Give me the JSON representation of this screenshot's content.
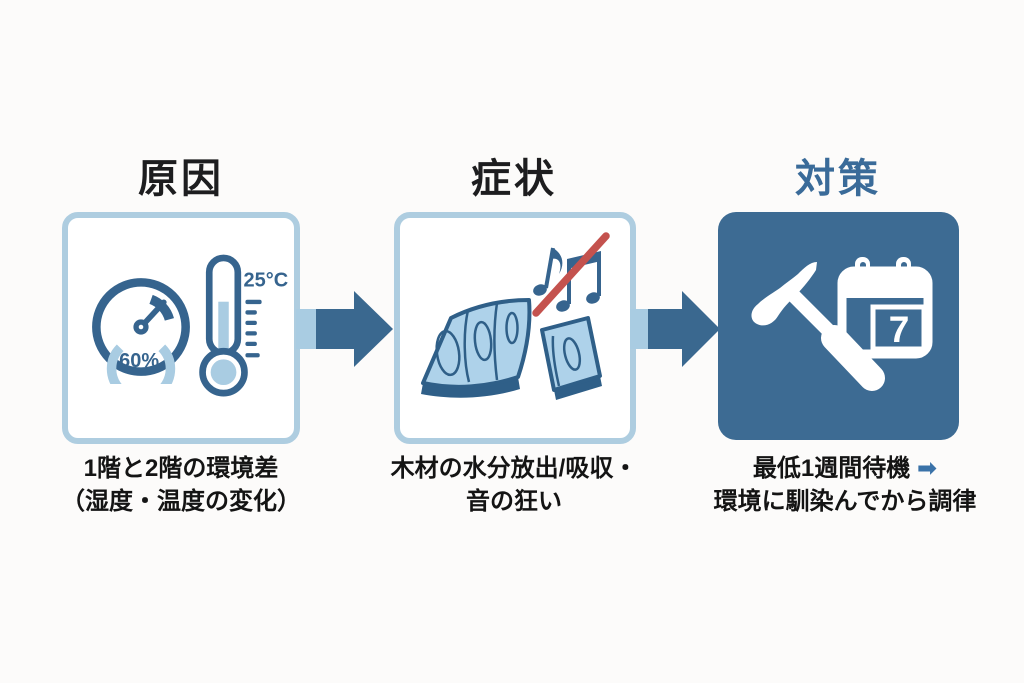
{
  "flow": {
    "columns": [
      {
        "id": "cause",
        "title": "原因",
        "caption_line1": "1階と2階の環境差",
        "caption_line2": "（湿度・温度の変化）",
        "humidity_value": "60%",
        "temperature_value": "25°C",
        "icons": [
          "humidity-gauge-icon",
          "thermometer-icon"
        ]
      },
      {
        "id": "symptom",
        "title": "症状",
        "caption_line1": "木材の水分放出/吸収・",
        "caption_line2": "音の狂い",
        "icons": [
          "warped-wood-planks-icon",
          "muted-music-notes-icon"
        ]
      },
      {
        "id": "countermeasure",
        "title": "対策",
        "caption_line1": "最低1週間待機",
        "caption_arrow": "➡",
        "caption_line2": "環境に馴染んでから調律",
        "calendar_day": "7",
        "icons": [
          "tuning-hammer-icon",
          "calendar-icon"
        ]
      }
    ],
    "connector_icon": "flow-arrow-icon"
  },
  "colors": {
    "dark_blue": "#36648e",
    "panel_fill_blue": "#3d6b93",
    "light_blue": "#a9cce2",
    "panel_border_blue": "#aecde0",
    "wood_light": "#aed2ea",
    "wood_grain": "#2f5f88",
    "mute_slash_red": "#c4524e",
    "title_accent_blue": "#3a6b99",
    "text_black": "#141414"
  }
}
